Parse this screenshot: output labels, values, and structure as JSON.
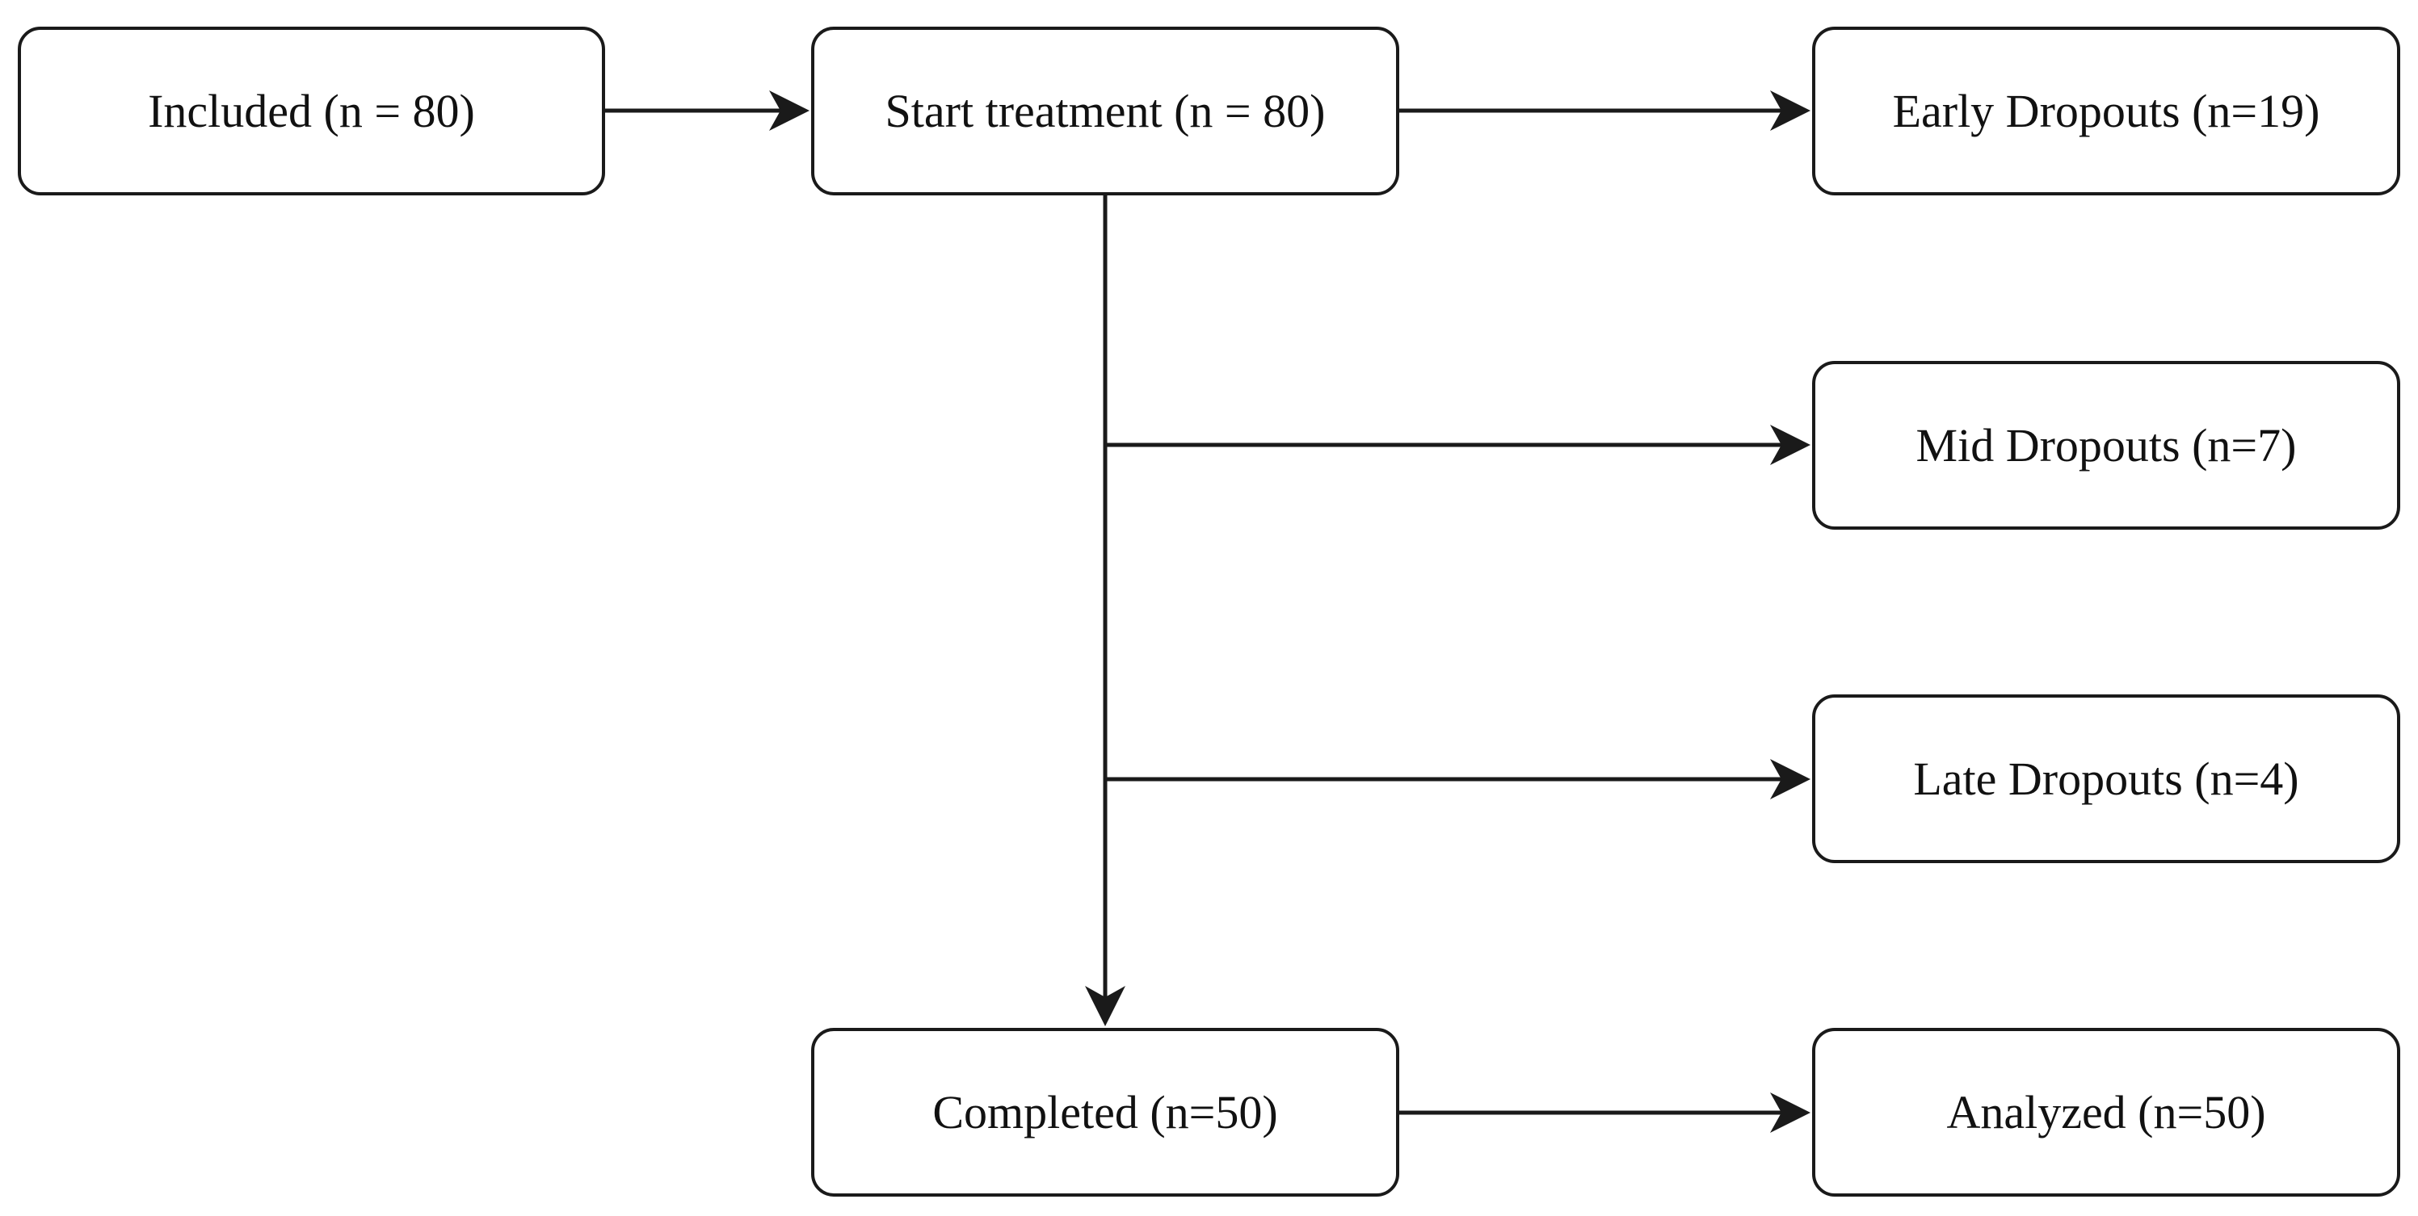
{
  "nodes": {
    "included": "Included (n = 80)",
    "start_treatment": "Start treatment (n = 80)",
    "early_dropouts": "Early Dropouts (n=19)",
    "mid_dropouts": "Mid Dropouts (n=7)",
    "late_dropouts": "Late Dropouts (n=4)",
    "completed": "Completed (n=50)",
    "analyzed": "Analyzed (n=50)"
  },
  "colors": {
    "stroke": "#1a1a1a",
    "text": "#111111",
    "background": "#ffffff"
  }
}
